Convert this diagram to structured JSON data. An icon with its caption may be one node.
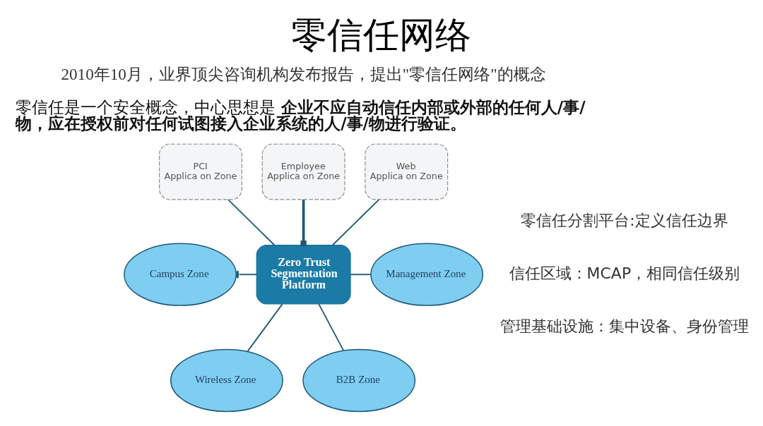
{
  "diagram": {
    "title": "零信任网络",
    "nodes": [
      {
        "text": [
          "PCI",
          "Applica on Zone"
        ]
      },
      {
        "text": [
          "Employee",
          "Applica on Zone"
        ]
      },
      {
        "text": [
          "Web",
          "Applica on Zone"
        ]
      },
      {
        "text": [
          "Campus Zone"
        ]
      },
      {
        "text": [
          "Zero Trust Segmentation Platform"
        ]
      },
      {
        "text": [
          "Management Zone"
        ]
      },
      {
        "text": [
          "Wireless Zone"
        ]
      },
      {
        "text": [
          "B2B Zone"
        ]
      }
    ],
    "edges": [
      {
        "from": 0,
        "to": 4,
        "arrow": "none"
      },
      {
        "from": 1,
        "to": 4,
        "arrow": "other",
        "style": "thick"
      },
      {
        "from": 2,
        "to": 4,
        "arrow": "none"
      },
      {
        "from": 3,
        "to": 4,
        "arrow": "other"
      },
      {
        "from": 4,
        "to": 5,
        "arrow": "none"
      },
      {
        "from": 4,
        "to": 6,
        "arrow": "none"
      },
      {
        "from": 4,
        "to": 7,
        "arrow": "none"
      }
    ],
    "labels": [
      "2010年10月，业界顶尖咨询机构发布报告，提出\"零信任网络\"的概念",
      "零信任是一个安全概念，中心思想是**企业不应自动信任内部或外部的任何人/事/物，应在授权前对任何试图接入企业系统的人/事/物进行验证。**",
      "零信任分割平台:定义信任边界",
      "信任区域：MCAP，相同信任级别",
      "管理基础设施：集中设备、身份管理"
    ]
  }
}
